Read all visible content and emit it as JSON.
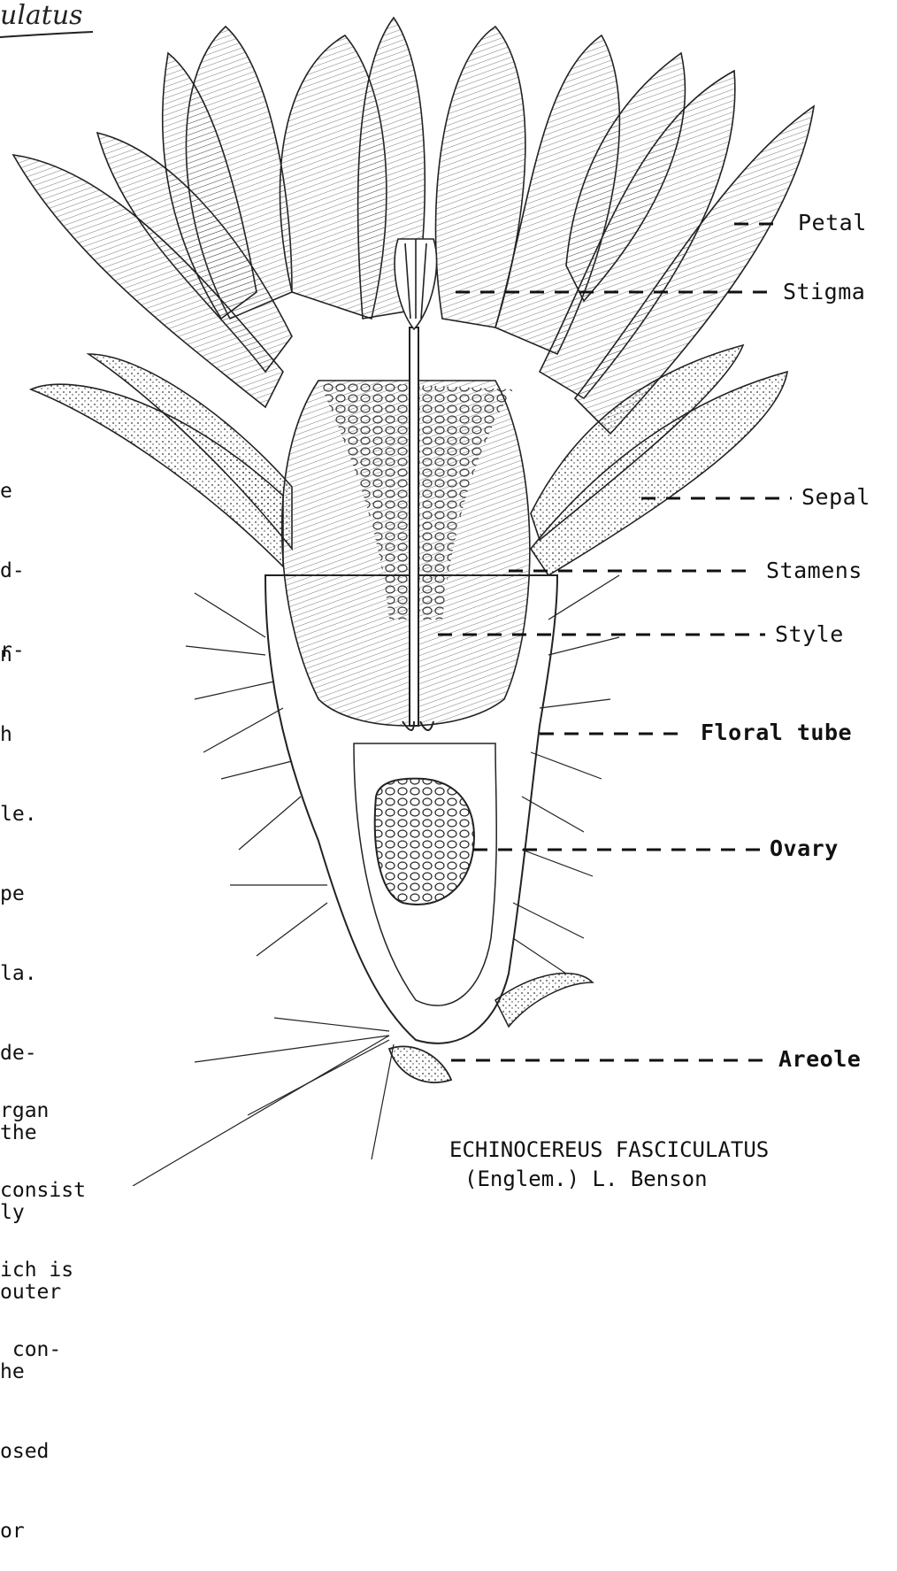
{
  "handwriting": "ulatus",
  "left_text_fragments": [
    {
      "lines": [
        "e",
        "d-",
        "r-"
      ]
    },
    {
      "lines": [
        "n",
        "h",
        "le.",
        "pe",
        "la.",
        "de-",
        "the",
        "ly",
        "outer",
        "he",
        "osed",
        "or"
      ]
    },
    {
      "lines": [
        "rgan",
        "consist",
        "ich is",
        " con-"
      ]
    }
  ],
  "labels": {
    "petal": "Petal",
    "stigma": "Stigma",
    "sepal": "Sepal",
    "stamens": "Stamens",
    "style": "Style",
    "floral_tube": "Floral tube",
    "ovary": "Ovary",
    "areole": "Areole"
  },
  "caption": {
    "line1": "ECHINOCEREUS FASCICULATUS",
    "line2": "(Englem.) L. Benson"
  }
}
